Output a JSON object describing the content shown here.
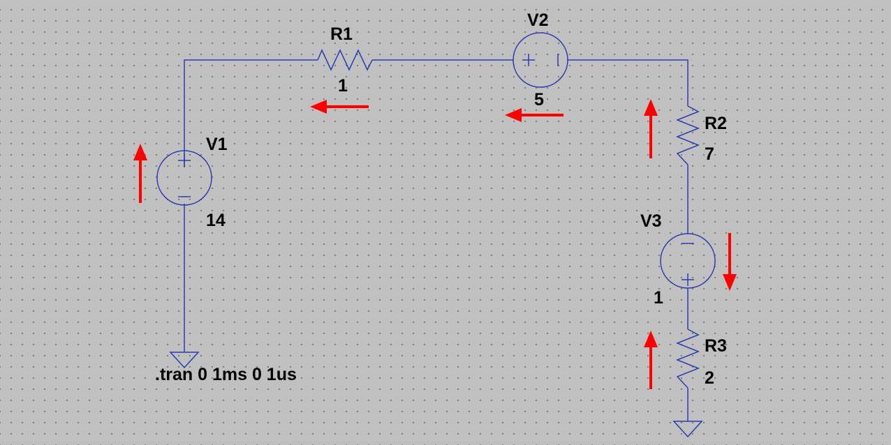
{
  "components": {
    "v1": {
      "name": "V1",
      "value": "14"
    },
    "v2": {
      "name": "V2",
      "value": "5"
    },
    "v3": {
      "name": "V3",
      "value": "1"
    },
    "r1": {
      "name": "R1",
      "value": "1"
    },
    "r2": {
      "name": "R2",
      "value": "7"
    },
    "r3": {
      "name": "R3",
      "value": "2"
    }
  },
  "directive": ".tran 0 1ms 0 1us",
  "colors": {
    "background": "#c0c0c0",
    "wire": "#2a3cb0",
    "current_arrow": "#ff0000",
    "label": "#000000"
  }
}
